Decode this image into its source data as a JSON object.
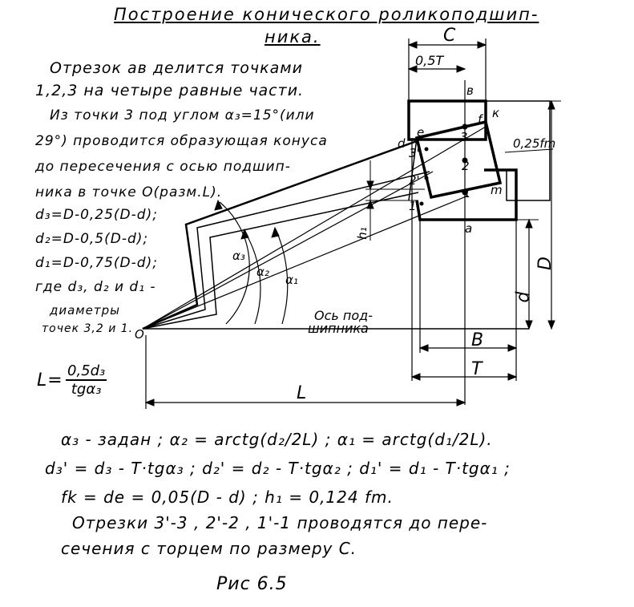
{
  "title": {
    "line1": "Построение конического роликоподшип-",
    "line2": "ника."
  },
  "description": [
    "Отрезок ав делится точками",
    "1,2,3 на четыре равные части.",
    "Из точки 3 под углом α₃=15°(или",
    "29°) проводится образующая конуса",
    "до пересечения с осью подшип-",
    "ника в точке О(разм.L).",
    "d₃=D-0,25(D-d);",
    "d₂=D-0,5(D-d);",
    "d₁=D-0,75(D-d);",
    "где d₃, d₂ и d₁ -",
    "диаметры",
    "точек 3,2 и 1."
  ],
  "l_formula": {
    "lhs": "L=",
    "numerator": "0,5d₃",
    "denominator": "tgα₃"
  },
  "formulas": {
    "line1": "α₃ - задан ;   α₂ = arctg(d₂/2L) ;   α₁ = arctg(d₁/2L).",
    "line2": "d₃' = d₃ - T·tgα₃ ;  d₂' = d₂ - T·tgα₂ ;  d₁' = d₁ - T·tgα₁ ;",
    "line3": "fk = de = 0,05(D - d) ;   h₁ = 0,124 fm.",
    "line4": "Отрезки 3'-3 , 2'-2 , 1'-1 проводятся до пере-",
    "line5": "сечения с торцем по размеру C."
  },
  "caption": "Рис 6.5",
  "drawing_labels": {
    "C": "C",
    "half_T": "0,5T",
    "b": "в",
    "k": "к",
    "f": "f",
    "d_pt": "d",
    "e": "e",
    "p3": "3",
    "p3p": "3'",
    "p2": "2",
    "p2p": "2'",
    "p1": "1",
    "p1p": "1'",
    "m": "m",
    "a": "a",
    "fm": "0,25fm",
    "h1": "h₁",
    "alpha3": "α₃",
    "alpha2": "α₂",
    "alpha1": "α₁",
    "O": "O",
    "axis1": "Ось под-",
    "axis2": "шипника",
    "B": "B",
    "T": "T",
    "L": "L",
    "D": "D",
    "d": "d"
  }
}
